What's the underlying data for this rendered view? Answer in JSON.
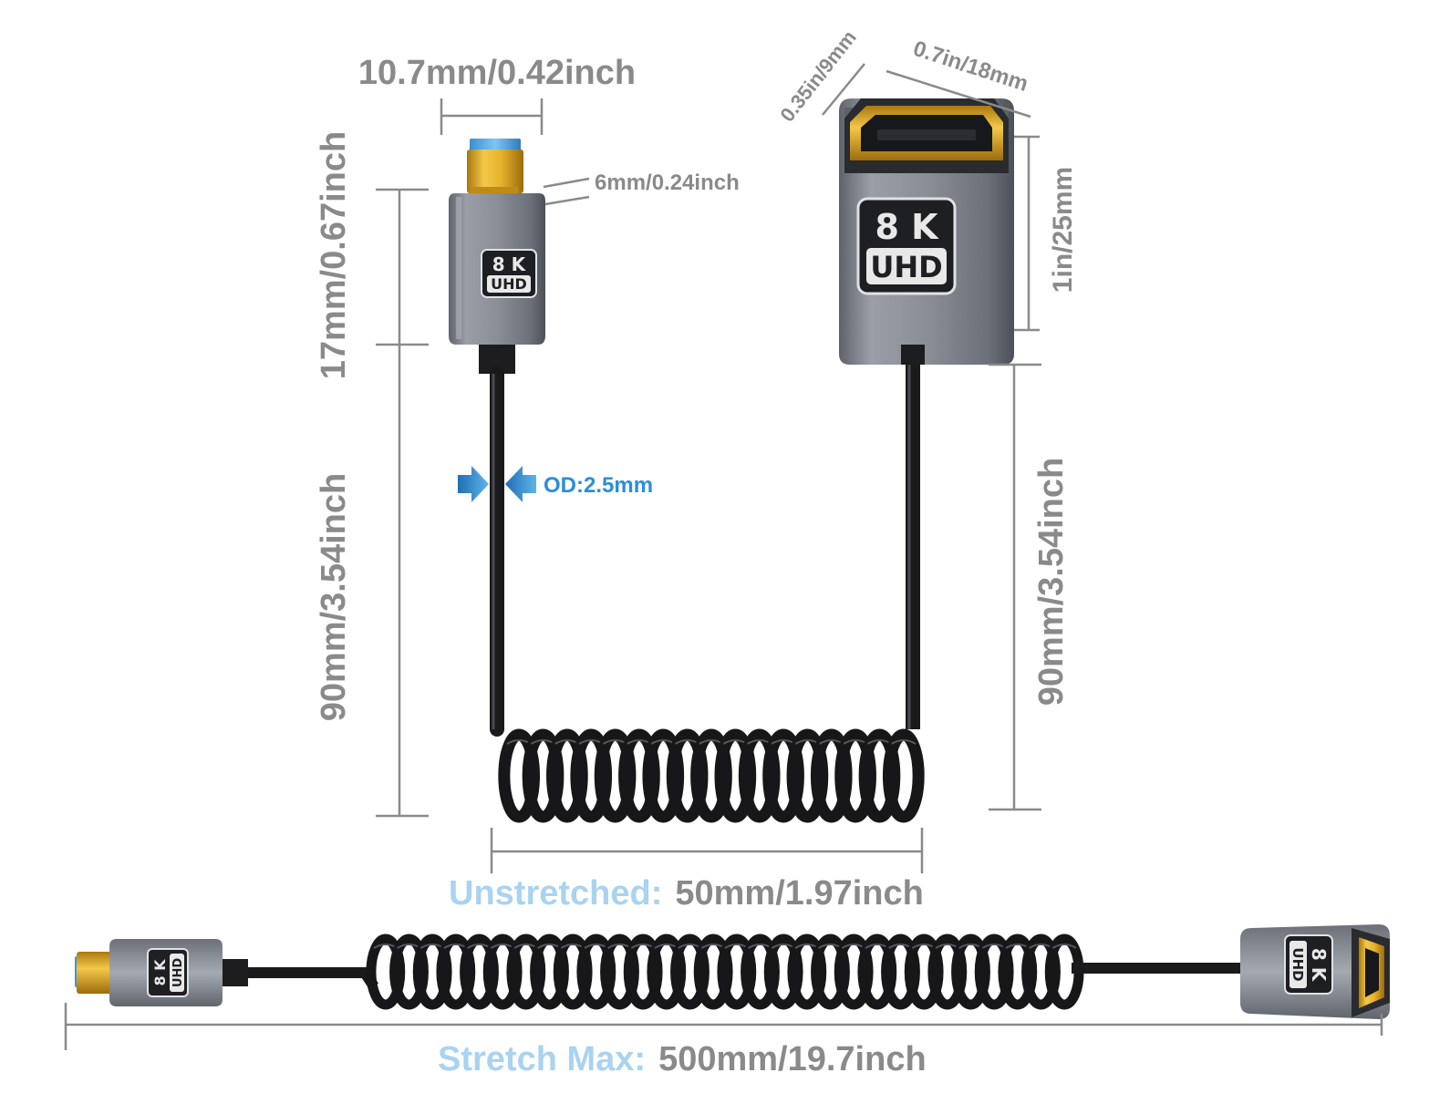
{
  "dimensions": {
    "plug_width": "10.7mm/0.42inch",
    "plug_thickness": "6mm/0.24inch",
    "plug_height": "17mm/0.67inch",
    "cable_left_height": "90mm/3.54inch",
    "socket_depth": "0.35in/9mm",
    "socket_width": "0.7in/18mm",
    "socket_height": "1in/25mm",
    "cable_right_height": "90mm/3.54inch",
    "outer_diameter": "OD:2.5mm"
  },
  "unstretched": {
    "label": "Unstretched:",
    "value": "50mm/1.97inch"
  },
  "stretched": {
    "label": "Stretch Max:",
    "value": "500mm/19.7inch"
  },
  "badge": {
    "line1": "8 K",
    "line2": "UHD"
  },
  "colors": {
    "accent_blue": "#a9d3f0",
    "od_blue": "#2a8fd8",
    "dimension_gray": "#8a8a8a",
    "connector_gray": "#8b8f97",
    "gold": "#d9a520"
  }
}
